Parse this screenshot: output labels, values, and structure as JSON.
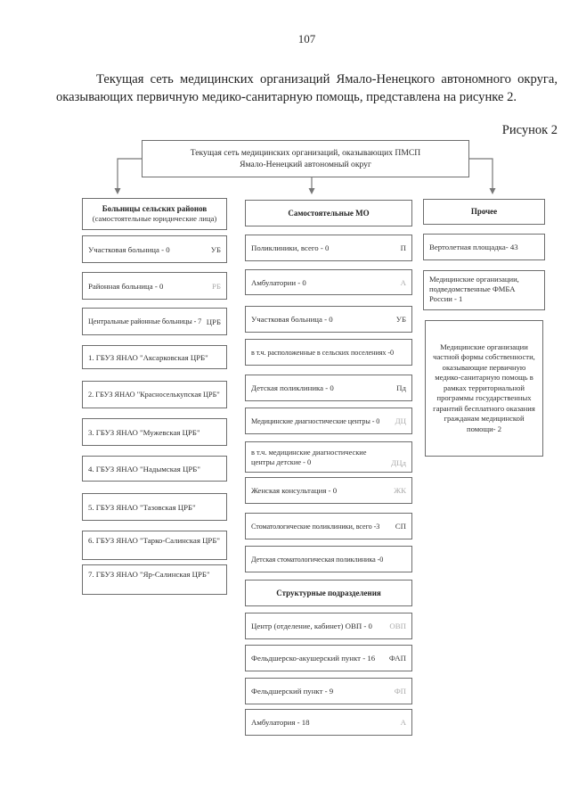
{
  "page": {
    "number": "107",
    "intro": "Текущая сеть медицинских организаций Ямало-Ненецкого автономного округа, оказывающих первичную медико-санитарную помощь, представлена на рисунке 2.",
    "figure_caption": "Рисунок 2"
  },
  "colors": {
    "box_border": "#6e6e6e",
    "muted_abbr": "#aaaaaa",
    "text": "#2f2f2f"
  },
  "diagram": {
    "root": {
      "line1": "Текущая сеть медицинских  организаций, оказывающих ПМСП",
      "line2": "Ямало-Ненецкий  автономный  округ"
    },
    "left": {
      "title": "Больницы сельских районов",
      "subtitle": "(самостоятельные юридические лица)",
      "rows": [
        {
          "label": "Участковая больница - 0",
          "abbr": "УБ"
        },
        {
          "label": "Районная больница - 0",
          "abbr": "РБ"
        },
        {
          "label": "Центральные районные больницы - 7",
          "abbr": "ЦРБ"
        }
      ],
      "hospitals": [
        "1. ГБУЗ ЯНАО \"Аксарковская ЦРБ\"",
        "2. ГБУЗ ЯНАО \"Красноселькупская ЦРБ\"",
        "3. ГБУЗ ЯНАО \"Мужевская ЦРБ\"",
        "4. ГБУЗ ЯНАО \"Надымская ЦРБ\"",
        "5. ГБУЗ ЯНАО \"Тазовская ЦРБ\"",
        "6. ГБУЗ ЯНАО \"Тарко-Салинская ЦРБ\"",
        "7. ГБУЗ ЯНАО \"Яр-Салинская ЦРБ\""
      ]
    },
    "center": {
      "title": "Самостоятельные МО",
      "rows": [
        {
          "label": "Поликлиники, всего - 0",
          "abbr": "П"
        },
        {
          "label": "Амбулатории - 0",
          "abbr": "А"
        },
        {
          "label": "Участковая больница - 0",
          "abbr": "УБ"
        },
        {
          "label": "в т.ч. расположенные в сельских поселениях -0",
          "abbr": ""
        },
        {
          "label": "Детская поликлиника - 0",
          "abbr": "Пд"
        },
        {
          "label": "Медицинские диагностические центры - 0",
          "abbr": "ДЦ"
        },
        {
          "label": "в т.ч. медицинские диагностические центры детские - 0",
          "abbr": "ДЦд"
        },
        {
          "label": "Женская консультация - 0",
          "abbr": "ЖК"
        },
        {
          "label": "Стоматологические поликлиники, всего -3",
          "abbr": "СП"
        },
        {
          "label": "Детская стоматологическая поликлиника -0",
          "abbr": ""
        }
      ],
      "units_title": "Структурные подразделения",
      "units": [
        {
          "label": "Центр (отделение, кабинет) ОВП - 0",
          "abbr": "ОВП"
        },
        {
          "label": "Фельдшерско-акушерский пункт - 16",
          "abbr": "ФАП"
        },
        {
          "label": "Фельдшерский пункт - 9",
          "abbr": "ФП"
        },
        {
          "label": "Амбулатория - 18",
          "abbr": "А"
        }
      ]
    },
    "right": {
      "title": "Прочее",
      "boxes": [
        "Вертолетная площадка- 43",
        "Медицинские организации, подведомственные ФМБА России - 1",
        "Медицинские организации частной формы собственности, оказывающие первичную медико-санитарную помощь в рамках территориальной программы государственных гарантий бесплатного оказания гражданам медицинской помощи- 2"
      ]
    }
  }
}
